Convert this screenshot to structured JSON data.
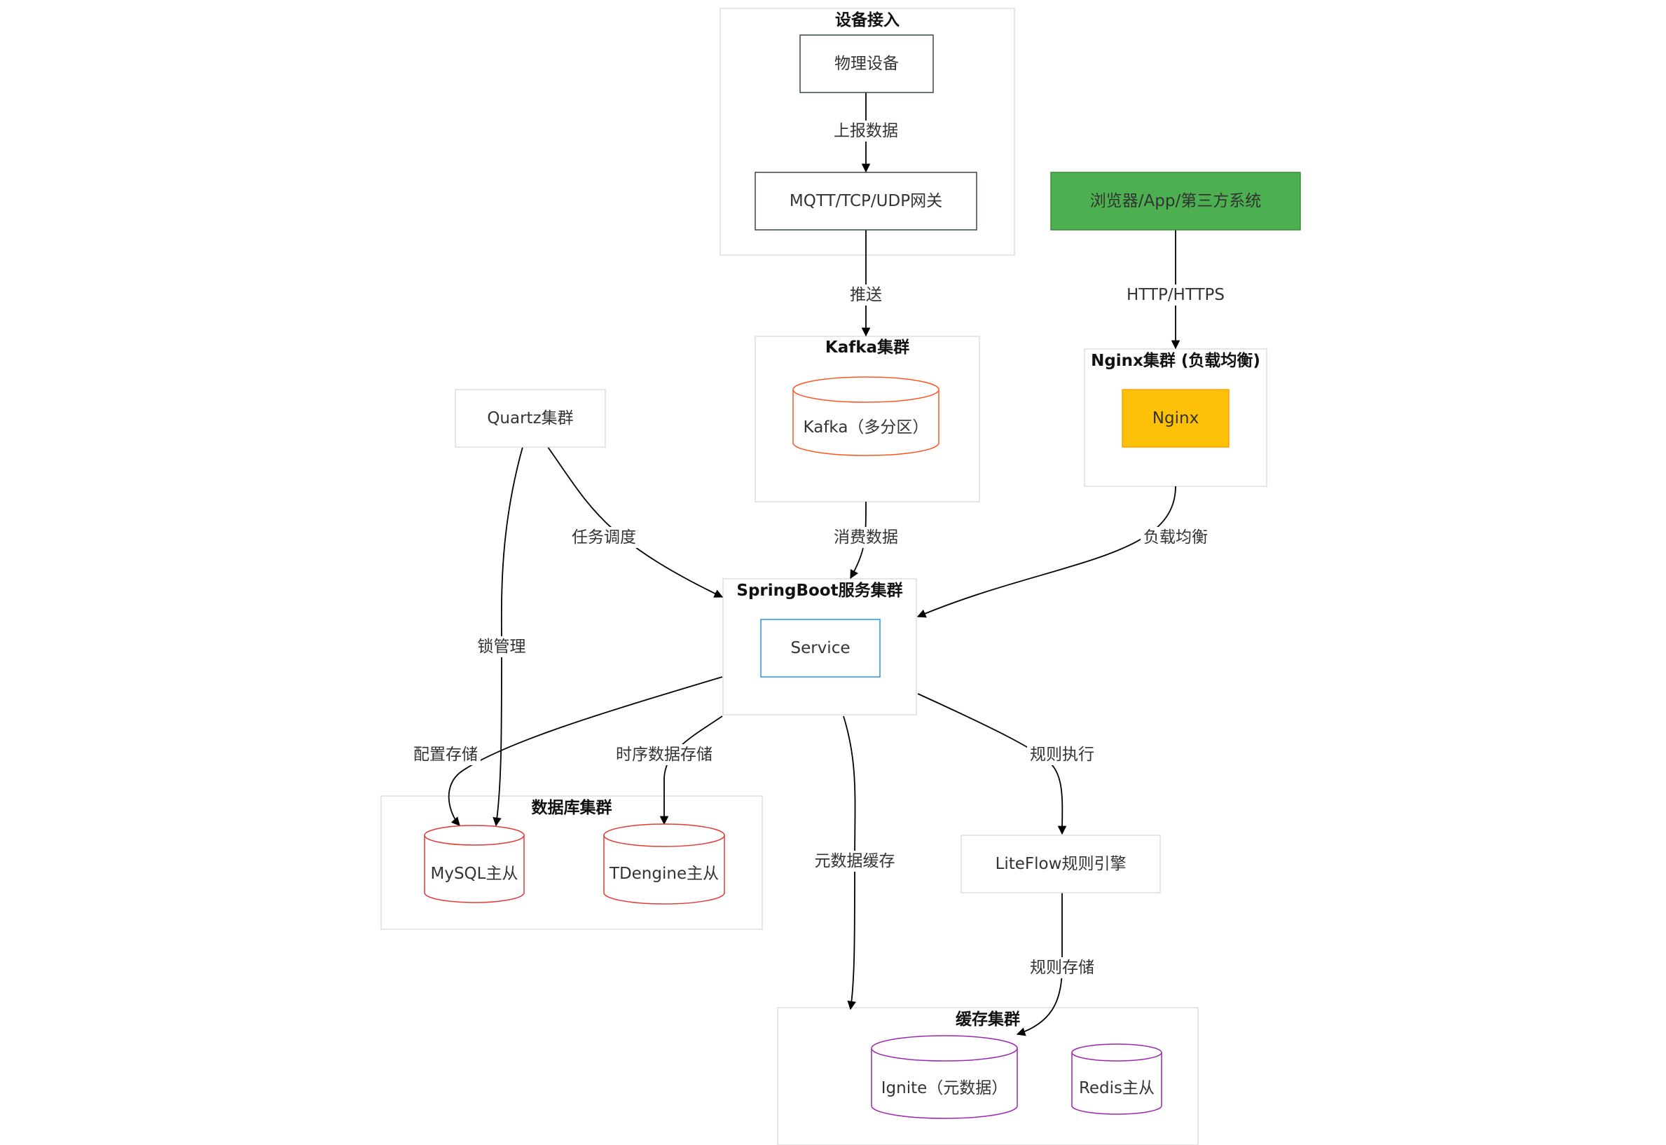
{
  "clusters": {
    "device": {
      "title": "设备接入"
    },
    "kafka": {
      "title": "Kafka集群"
    },
    "nginx": {
      "title": "Nginx集群 (负载均衡)"
    },
    "springboot": {
      "title": "SpringBoot服务集群"
    },
    "database": {
      "title": "数据库集群"
    },
    "cache": {
      "title": "缓存集群"
    }
  },
  "nodes": {
    "physical_device": "物理设备",
    "gateway": "MQTT/TCP/UDP网关",
    "client": "浏览器/App/第三方系统",
    "kafka": "Kafka（多分区）",
    "nginx": "Nginx",
    "quartz": "Quartz集群",
    "service": "Service",
    "mysql": "MySQL主从",
    "tdengine": "TDengine主从",
    "liteflow": "LiteFlow规则引擎",
    "ignite": "Ignite（元数据）",
    "redis": "Redis主从"
  },
  "edges": {
    "report": "上报数据",
    "push": "推送",
    "http": "HTTP/HTTPS",
    "consume": "消费数据",
    "loadbalance": "负载均衡",
    "schedule": "任务调度",
    "lock": "锁管理",
    "config_store": "配置存储",
    "ts_store": "时序数据存储",
    "meta_cache": "元数据缓存",
    "rule_exec": "规则执行",
    "rule_store": "规则存储"
  },
  "colors": {
    "cluster_border": "#dddddd",
    "device_node_border": "#37474f",
    "client_fill": "#4caf50",
    "client_border": "#388e3c",
    "kafka_border": "#ff5722",
    "nginx_fill": "#ffc107",
    "nginx_border": "#ffa000",
    "service_border": "#2196f3",
    "db_border": "#e53935",
    "cache_border": "#9c27b0",
    "plain_border": "#dddddd"
  }
}
